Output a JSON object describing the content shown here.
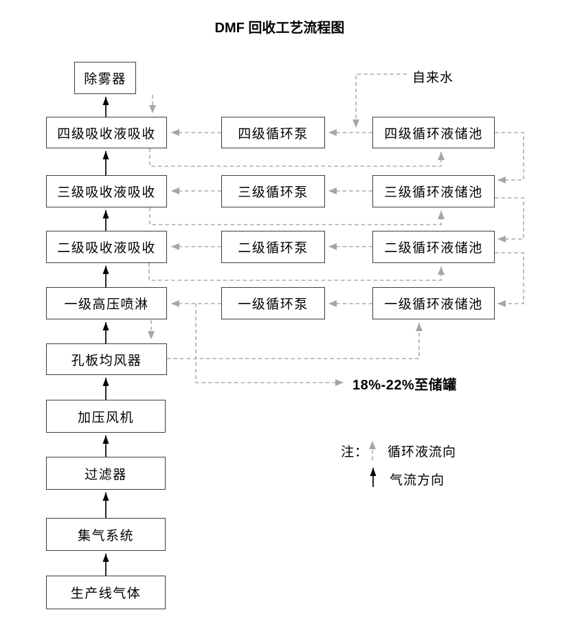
{
  "title": "DMF 回收工艺流程图",
  "main_column": [
    {
      "label": "除雾器"
    },
    {
      "label": "四级吸收液吸收"
    },
    {
      "label": "三级吸收液吸收"
    },
    {
      "label": "二级吸收液吸收"
    },
    {
      "label": "一级高压喷淋"
    },
    {
      "label": "孔板均风器"
    },
    {
      "label": "加压风机"
    },
    {
      "label": "过滤器"
    },
    {
      "label": "集气系统"
    },
    {
      "label": "生产线气体"
    }
  ],
  "pumps": [
    {
      "label": "四级循环泵"
    },
    {
      "label": "三级循环泵"
    },
    {
      "label": "二级循环泵"
    },
    {
      "label": "一级循环泵"
    }
  ],
  "tanks": [
    {
      "label": "四级循环液储池"
    },
    {
      "label": "三级循环液储池"
    },
    {
      "label": "二级循环液储池"
    },
    {
      "label": "一级循环液储池"
    }
  ],
  "annotations": {
    "tap_water": "自来水",
    "to_storage": "18%-22%至储罐"
  },
  "legend": {
    "note": "注：",
    "dashed_label": "循环液流向",
    "solid_label": "气流方向"
  },
  "colors": {
    "circulation_line": "#ababab",
    "gas_line": "#000000",
    "box_border": "#3c3c3c",
    "background": "#ffffff"
  },
  "edges": {
    "gas_flow": [
      [
        "生产线气体",
        "集气系统"
      ],
      [
        "集气系统",
        "过滤器"
      ],
      [
        "过滤器",
        "加压风机"
      ],
      [
        "加压风机",
        "孔板均风器"
      ],
      [
        "孔板均风器",
        "一级高压喷淋"
      ],
      [
        "一级高压喷淋",
        "二级吸收液吸收"
      ],
      [
        "二级吸收液吸收",
        "三级吸收液吸收"
      ],
      [
        "三级吸收液吸收",
        "四级吸收液吸收"
      ],
      [
        "四级吸收液吸收",
        "除雾器"
      ]
    ],
    "circulation_flow": [
      [
        "自来水",
        "四级循环液储池→四级循环泵管线"
      ],
      [
        "四级循环液储池",
        "四级循环泵"
      ],
      [
        "四级循环泵",
        "四级吸收液吸收"
      ],
      [
        "四级吸收液吸收",
        "四级循环液储池"
      ],
      [
        "三级循环液储池",
        "三级循环泵"
      ],
      [
        "三级循环泵",
        "三级吸收液吸收"
      ],
      [
        "三级吸收液吸收",
        "三级循环液储池"
      ],
      [
        "二级循环液储池",
        "二级循环泵"
      ],
      [
        "二级循环泵",
        "二级吸收液吸收"
      ],
      [
        "二级吸收液吸收",
        "二级循环液储池"
      ],
      [
        "一级循环液储池",
        "一级循环泵"
      ],
      [
        "一级循环泵",
        "一级高压喷淋"
      ],
      [
        "一级高压喷淋",
        "孔板均风器"
      ],
      [
        "孔板均风器",
        "一级循环液储池"
      ],
      [
        "四级循环液储池",
        "三级循环液储池"
      ],
      [
        "三级循环液储池",
        "二级循环液储池"
      ],
      [
        "二级循环液储池",
        "一级循环液储池"
      ],
      [
        "一级循环泵",
        "18%-22%至储罐"
      ]
    ]
  }
}
